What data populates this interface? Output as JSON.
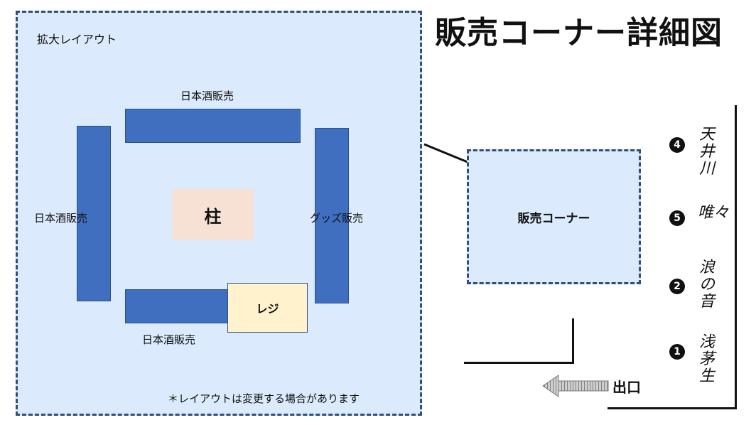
{
  "title": "販売コーナー詳細図",
  "zoom": {
    "title": "拡大レイアウト",
    "top_label": "日本酒販売",
    "left_label": "日本酒販売",
    "right_label": "グッズ販売",
    "bottom_label": "日本酒販売",
    "pillar": "柱",
    "register": "レジ",
    "note": "＊レイアウトは変更する場合があります"
  },
  "map": {
    "corner_label": "販売コーナー",
    "exit_label": "出口",
    "brands": [
      {
        "number": "4",
        "name": "天井川"
      },
      {
        "number": "5",
        "name": "唯々"
      },
      {
        "number": "2",
        "name": "浪の音"
      },
      {
        "number": "1",
        "name": "浅茅生"
      }
    ]
  },
  "colors": {
    "panel_bg": "#dbeafc",
    "dash_border": "#2f4e7a",
    "counter_blue": "#3f6fbe",
    "pillar_bg": "#f6e1d4",
    "register_bg": "#fff2cc"
  }
}
